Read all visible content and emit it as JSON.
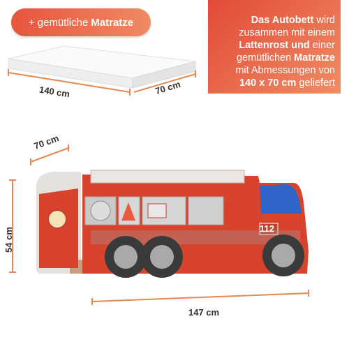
{
  "badge": {
    "prefix": "+ gemütliche",
    "bold": "Matratze"
  },
  "info": {
    "line1_bold": "Das Autobett",
    "line1_rest": " wird",
    "line2": "zusammen mit einem",
    "line3_bold": "Lattenrost und",
    "line3_rest": " einer",
    "line4_rest": "gemütlichen ",
    "line4_bold": "Matratze",
    "line5": "mit Abmessungen von",
    "line6_bold": "140 x 70 cm",
    "line6_rest": " geliefert"
  },
  "dims": {
    "mattress_length": "140 cm",
    "mattress_width": "70 cm",
    "bed_depth": "70 cm",
    "bed_height": "54 cm",
    "bed_length": "147 cm"
  },
  "truck_number": "112",
  "colors": {
    "accent": "#e8603f",
    "truck_red": "#d8432c",
    "dim_line": "#e8874f"
  }
}
